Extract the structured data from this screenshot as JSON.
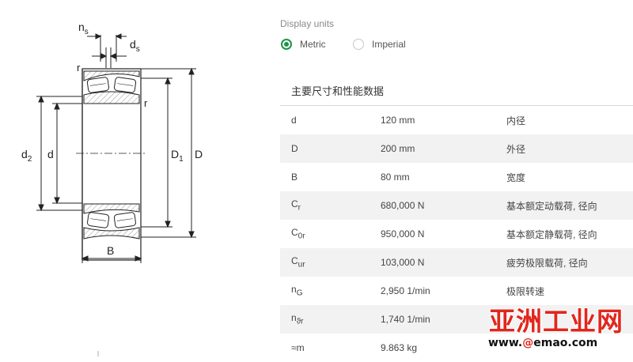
{
  "drawing": {
    "labels": {
      "ns": "n",
      "ns_sub": "s",
      "ds": "d",
      "ds_sub": "s",
      "r_top": "r",
      "r_right": "r",
      "d2": "d",
      "d2_sub": "2",
      "d": "d",
      "D1": "D",
      "D1_sub": "1",
      "D": "D",
      "B": "B"
    }
  },
  "display_units": {
    "label": "Display units",
    "options": [
      {
        "label": "Metric",
        "selected": true
      },
      {
        "label": "Imperial",
        "selected": false
      }
    ]
  },
  "dimensions": {
    "title": "主要尺寸和性能数据",
    "rows": [
      {
        "symbol": "d",
        "sub": "",
        "value": "120 mm",
        "desc": "内径"
      },
      {
        "symbol": "D",
        "sub": "",
        "value": "200 mm",
        "desc": "外径"
      },
      {
        "symbol": "B",
        "sub": "",
        "value": "80 mm",
        "desc": "宽度"
      },
      {
        "symbol": "C",
        "sub": "r",
        "value": "680,000 N",
        "desc": "基本额定动载荷, 径向"
      },
      {
        "symbol": "C",
        "sub": "0r",
        "value": "950,000 N",
        "desc": "基本额定静载荷, 径向"
      },
      {
        "symbol": "C",
        "sub": "ur",
        "value": "103,000 N",
        "desc": "疲劳极限载荷, 径向"
      },
      {
        "symbol": "n",
        "sub": "G",
        "value": "2,950 1/min",
        "desc": "极限转速"
      },
      {
        "symbol": "n",
        "sub": "ϑr",
        "value": "1,740 1/min",
        "desc": ""
      },
      {
        "symbol": "≈m",
        "sub": "",
        "value": "9.863 kg",
        "desc": ""
      }
    ]
  },
  "watermark": {
    "cn": "亚洲工业网",
    "en_prefix": "www.",
    "en_at": "@",
    "en_rest": "emao.com"
  }
}
